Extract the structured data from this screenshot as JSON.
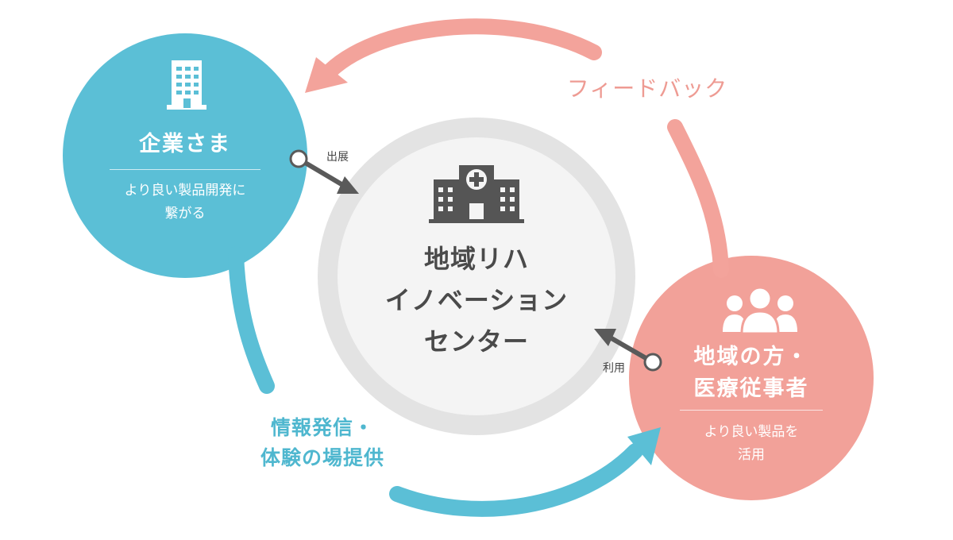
{
  "colors": {
    "company": "#5bbfd6",
    "community": "#f2a199",
    "feedback_arrow": "#f3a39b",
    "info_arrow": "#5bbfd6",
    "center_ring": "#e3e3e3",
    "center_fill": "#f4f4f4",
    "icon_dark": "#555555"
  },
  "nodes": {
    "company": {
      "icon": "office-building-icon",
      "title": "企業さま",
      "desc_line1": "より良い製品開発に",
      "desc_line2": "繋がる"
    },
    "center": {
      "icon": "hospital-icon",
      "line1": "地域リハ",
      "line2": "イノベーション",
      "line3": "センター"
    },
    "community": {
      "icon": "people-group-icon",
      "title_line1": "地域の方・",
      "title_line2": "医療従事者",
      "desc_line1": "より良い製品を",
      "desc_line2": "活用"
    }
  },
  "flows": {
    "feedback": "フィードバック",
    "info_line1": "情報発信・",
    "info_line2": "体験の場提供"
  },
  "edges": {
    "exhibit": "出展",
    "use": "利用"
  }
}
